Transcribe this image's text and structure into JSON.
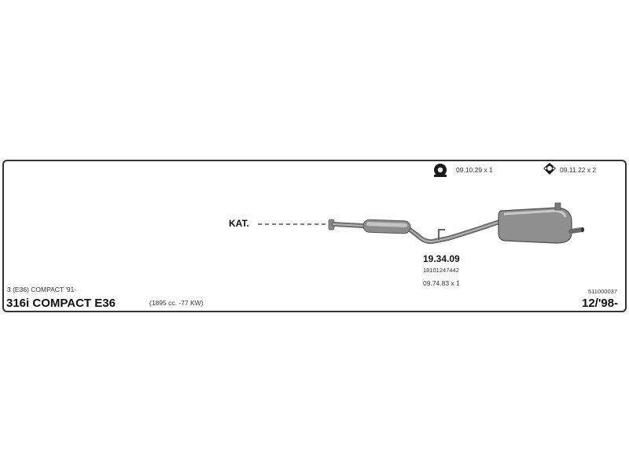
{
  "header": {
    "fitting_1": "09.10.29 x 1",
    "fitting_2": "09.11.22 x 2"
  },
  "diagram": {
    "kat_label": "KAT.",
    "part_number": "19.34.09",
    "oem_number": "18101247442",
    "fitting_3": "09.74.83 x 1",
    "catalog_number": "511000037"
  },
  "vehicle": {
    "series": "3 (E36) COMPACT  '91-",
    "model": "316i COMPACT  E36",
    "engine": "(1895 cc. -77 KW)",
    "year_from": "12/'98-"
  }
}
